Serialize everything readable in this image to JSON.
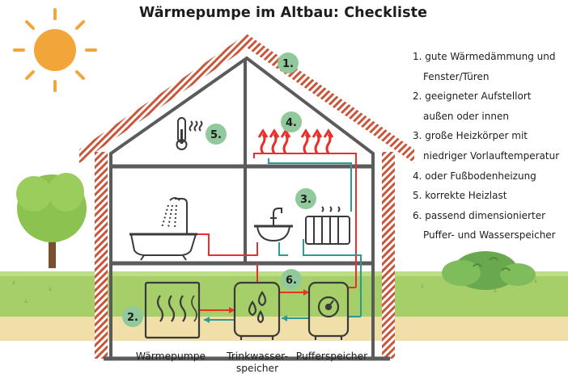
{
  "title": "Wärmepumpe im Altbau: Checkliste",
  "checklist": [
    {
      "num": "1.",
      "lines": [
        "gute Wärmedämmung und",
        "Fenster/Türen"
      ]
    },
    {
      "num": "2.",
      "lines": [
        "geeigneter Aufstellort",
        "außen oder innen"
      ]
    },
    {
      "num": "3.",
      "lines": [
        "große Heizkörper mit",
        "niedriger Vorlauftemperatur"
      ]
    },
    {
      "num": "4.",
      "lines": [
        "oder Fußbodenheizung"
      ]
    },
    {
      "num": "5.",
      "lines": [
        "korrekte Heizlast"
      ]
    },
    {
      "num": "6.",
      "lines": [
        "passend dimensionierter",
        "Puffer- und Wasserspeicher"
      ]
    }
  ],
  "badges": {
    "b1": "1.",
    "b2": "2.",
    "b3": "3.",
    "b4": "4.",
    "b5": "5.",
    "b6": "6."
  },
  "labels": {
    "heat_pump": "Wärmepumpe",
    "hot_water_storage_line1": "Trinkwasser-",
    "hot_water_storage_line2": "speicher",
    "buffer_storage": "Pufferspeicher"
  },
  "colors": {
    "roof_stripe": "#c9563b",
    "badge": "#92c99c",
    "supply_line": "#e8302c",
    "return_line": "#2a9a94",
    "wall": "#5b5b5b",
    "sun": "#f2a63a",
    "grass": "#a6cf6a"
  }
}
